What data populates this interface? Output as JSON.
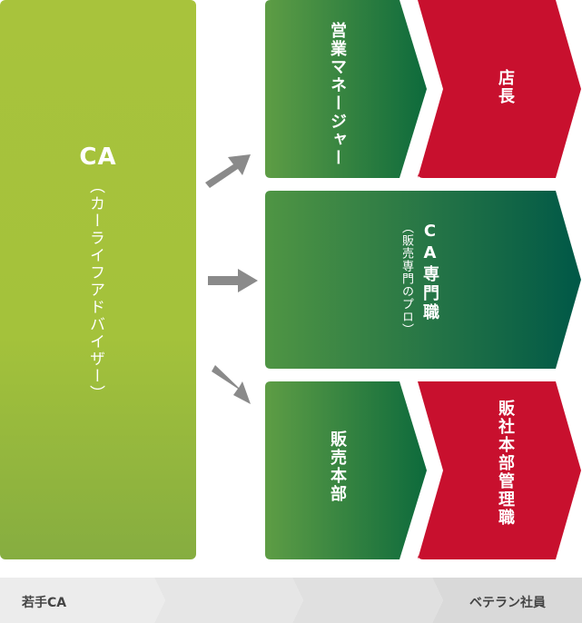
{
  "left_box": {
    "title": "CA",
    "subtitle": "（カーライフアドバイザー）"
  },
  "boxes": {
    "eigyo_manager": "営業マネージャー",
    "tencho": "店長",
    "ca_senmon_title": "CA専門職",
    "ca_senmon_sub": "（販売専門のプロ）",
    "hanbai_honbu": "販売本部",
    "hansha_honbu": "販社本部管理職"
  },
  "bottom_bar": {
    "start": "若手CA",
    "end": "ベテラン社員"
  },
  "colors": {
    "lime": "#a4c23b",
    "green_light": "#5d9a43",
    "green_dark": "#0e6a3d",
    "teal_dark": "#005a48",
    "red": "#c8102e",
    "arrow_gray": "#8a8a8a",
    "bar_gray": "#e6e6e6"
  },
  "icons": [
    "arrow-up-right-icon",
    "arrow-right-icon",
    "arrow-down-right-icon"
  ]
}
